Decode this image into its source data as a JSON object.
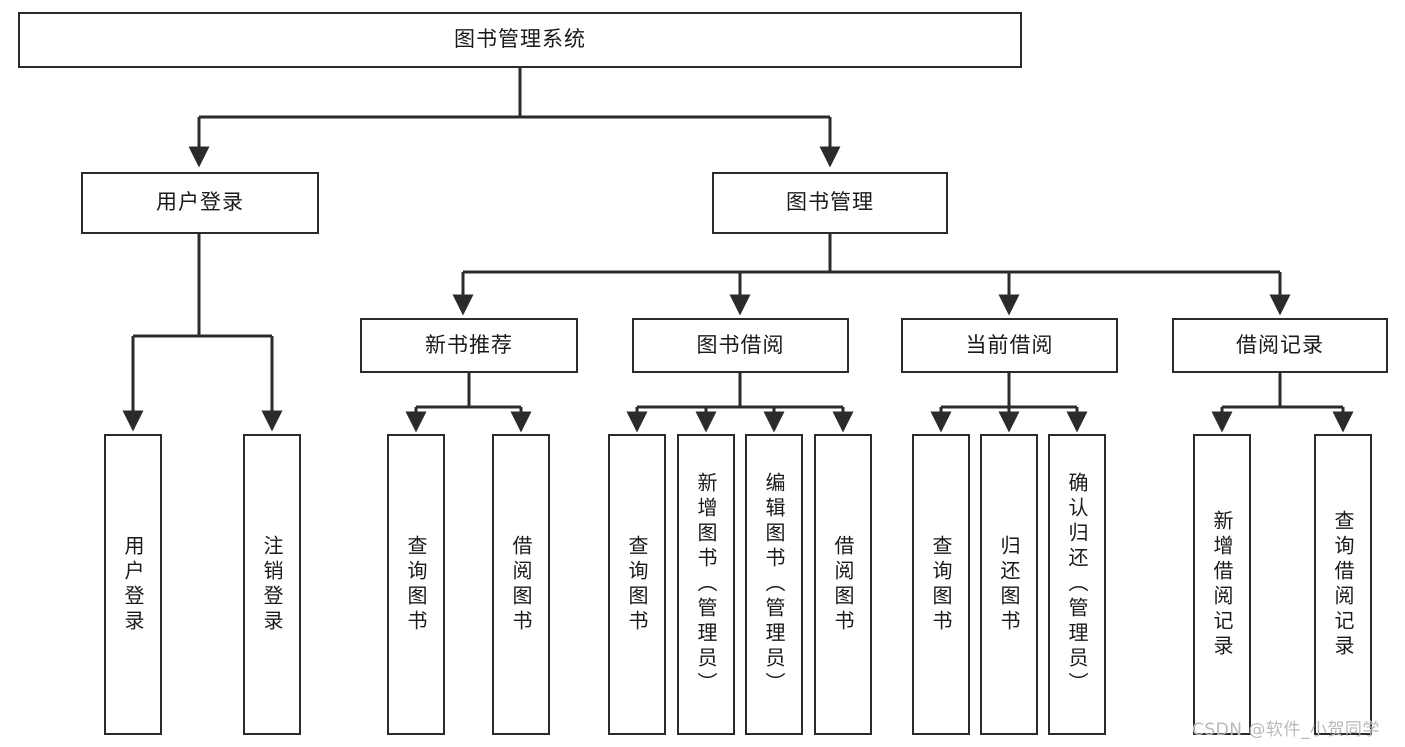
{
  "diagram": {
    "title": "图书管理系统",
    "type": "tree-hierarchy-chart",
    "watermark": "CSDN @软件_小贺同学",
    "colors": {
      "box_border": "#2b2b2b",
      "box_fill": "#ffffff",
      "edge": "#2b2b2b",
      "text": "#1a1a1a",
      "watermark": "#b9b9b9"
    }
  },
  "nodes": {
    "root": {
      "label": "图书管理系统"
    },
    "level1": [
      {
        "id": "user-login",
        "label": "用户登录"
      },
      {
        "id": "book-manage",
        "label": "图书管理"
      }
    ],
    "level2": [
      {
        "id": "new-book-rec",
        "label": "新书推荐"
      },
      {
        "id": "book-borrow",
        "label": "图书借阅"
      },
      {
        "id": "current-borrow",
        "label": "当前借阅"
      },
      {
        "id": "borrow-record",
        "label": "借阅记录"
      }
    ],
    "leaves": [
      {
        "id": "leaf-user-login",
        "label": "用户登录",
        "parent": "用户登录"
      },
      {
        "id": "leaf-logout",
        "label": "注销登录",
        "parent": "用户登录"
      },
      {
        "id": "leaf-query-book-1",
        "label": "查询图书",
        "parent": "新书推荐"
      },
      {
        "id": "leaf-borrow-book-1",
        "label": "借阅图书",
        "parent": "新书推荐"
      },
      {
        "id": "leaf-query-book-2",
        "label": "查询图书",
        "parent": "图书借阅"
      },
      {
        "id": "leaf-add-book",
        "label": "新增图书（管理员）",
        "parent": "图书借阅"
      },
      {
        "id": "leaf-edit-book",
        "label": "编辑图书（管理员）",
        "parent": "图书借阅"
      },
      {
        "id": "leaf-borrow-book-2",
        "label": "借阅图书",
        "parent": "图书借阅"
      },
      {
        "id": "leaf-query-book-3",
        "label": "查询图书",
        "parent": "当前借阅"
      },
      {
        "id": "leaf-return-book",
        "label": "归还图书",
        "parent": "当前借阅"
      },
      {
        "id": "leaf-confirm-return",
        "label": "确认归还（管理员）",
        "parent": "当前借阅"
      },
      {
        "id": "leaf-add-record",
        "label": "新增借阅记录",
        "parent": "借阅记录"
      },
      {
        "id": "leaf-query-record",
        "label": "查询借阅记录",
        "parent": "借阅记录"
      }
    ]
  }
}
